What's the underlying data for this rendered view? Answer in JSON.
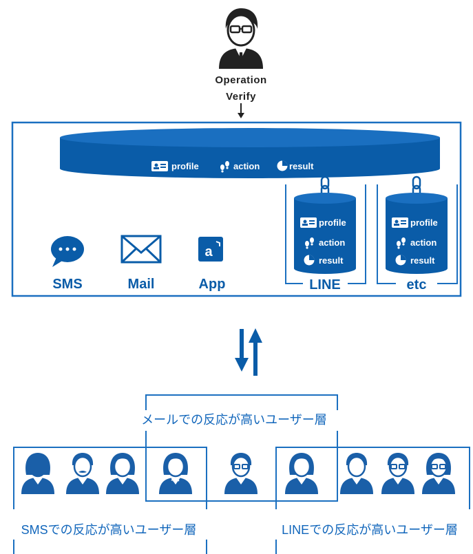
{
  "operator": {
    "label_line1": "Operation",
    "label_line2": "Verify"
  },
  "central_db": {
    "items": [
      "profile",
      "action",
      "result"
    ]
  },
  "line_db": {
    "items": [
      "profile",
      "action",
      "result"
    ],
    "label": "LINE"
  },
  "etc_db": {
    "items": [
      "profile",
      "action",
      "result"
    ],
    "label": "etc"
  },
  "channels": [
    {
      "label": "SMS",
      "icon": "chat-bubble-icon"
    },
    {
      "label": "Mail",
      "icon": "envelope-icon"
    },
    {
      "label": "App",
      "icon": "app-icon"
    }
  ],
  "groups": {
    "mail": "メールでの反応が高いユーザー層",
    "sms": "SMSでの反応が高いユーザー層",
    "line": "LINEでの反応が高いユーザー層"
  },
  "colors": {
    "primary": "#0a5ca8",
    "db_top": "#1a6fc0",
    "db_body": "#0a5ca8",
    "person": "#1a5fa8",
    "line_frame": "#1a6fc0"
  }
}
